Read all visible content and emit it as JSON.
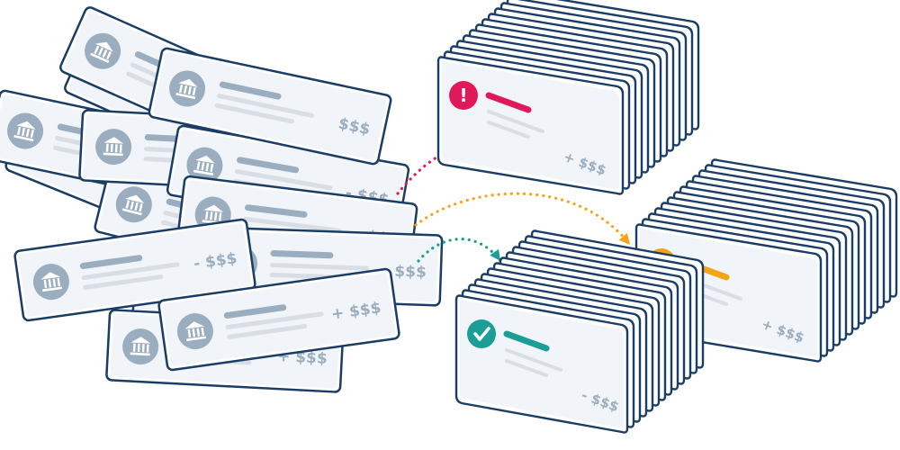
{
  "colors": {
    "outline": "#1a3d66",
    "card_fill": "#ffffff",
    "card_tint": "#f1f4f8",
    "bank_icon_bg": "#9aaebf",
    "gray_line": "#d9dee5",
    "blue_line": "#9aaebf",
    "amount_text": "#9aaebf",
    "red": "#e0195a",
    "yellow": "#f2a516",
    "teal": "#1a9e96"
  },
  "icons": {
    "bank": "bank-building-icon",
    "alert": "exclamation-icon",
    "question": "question-mark-icon",
    "check": "checkmark-icon"
  },
  "pile_cards": [
    {
      "amount": ""
    },
    {
      "amount": ""
    },
    {
      "amount": ""
    },
    {
      "amount": ""
    },
    {
      "amount": ""
    },
    {
      "amount": ""
    },
    {
      "amount": "- $$$"
    },
    {
      "amount": "- $$$"
    },
    {
      "amount": "$$$"
    },
    {
      "amount": "- $$$"
    },
    {
      "amount": "- $$$"
    },
    {
      "amount": "- $$$"
    },
    {
      "amount": "+ $$$"
    },
    {
      "amount": "+ $$$"
    }
  ],
  "categories": [
    {
      "key": "flagged",
      "symbol": "!",
      "amount": "+ $$$",
      "color": "#e0195a"
    },
    {
      "key": "review",
      "symbol": "?",
      "amount": "+ $$$",
      "color": "#f2a516"
    },
    {
      "key": "approved",
      "symbol": "",
      "amount": "- $$$",
      "color": "#1a9e96"
    }
  ]
}
